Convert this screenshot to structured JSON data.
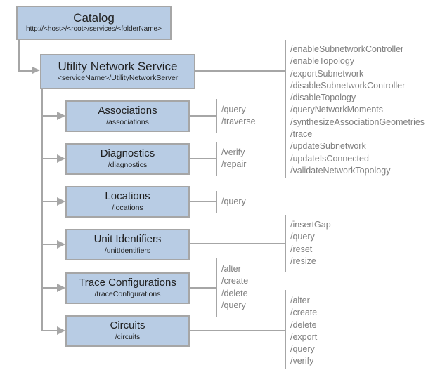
{
  "diagram": {
    "title_semantic": "Utility Network Service REST hierarchy",
    "catalog": {
      "title": "Catalog",
      "subtitle": "http://<host>/<root>/services/<folderName>"
    },
    "service": {
      "title": "Utility Network Service",
      "subtitle": "<serviceName>/UtilityNetworkServer",
      "operations": [
        "/enableSubnetworkController",
        "/enableTopology",
        "/exportSubnetwork",
        "/disableSubnetworkController",
        "/disableTopology",
        "/queryNetworkMoments",
        "/synthesizeAssociationGeometries",
        "/trace",
        "/updateSubnetwork",
        "/updateIsConnected",
        "/validateNetworkTopology"
      ]
    },
    "resources": [
      {
        "title": "Associations",
        "subtitle": "/associations",
        "operations": [
          "/query",
          "/traverse"
        ]
      },
      {
        "title": "Diagnostics",
        "subtitle": "/diagnostics",
        "operations": [
          "/verify",
          "/repair"
        ]
      },
      {
        "title": "Locations",
        "subtitle": "/locations",
        "operations": [
          "/query"
        ]
      },
      {
        "title": "Unit Identifiers",
        "subtitle": "/unitIdentifiers",
        "operations": [
          "/insertGap",
          "/query",
          "/reset",
          "/resize"
        ]
      },
      {
        "title": "Trace Configurations",
        "subtitle": "/traceConfigurations",
        "operations": [
          "/alter",
          "/create",
          "/delete",
          "/query"
        ]
      },
      {
        "title": "Circuits",
        "subtitle": "/circuits",
        "operations": [
          "/alter",
          "/create",
          "/delete",
          "/export",
          "/query",
          "/verify"
        ]
      }
    ],
    "colors": {
      "node_fill": "#b8cce4",
      "node_border": "#a6a6a6",
      "connector": "#a6a6a6",
      "operation_text": "#7f7f7f",
      "title_text": "#1f1f1f"
    }
  }
}
